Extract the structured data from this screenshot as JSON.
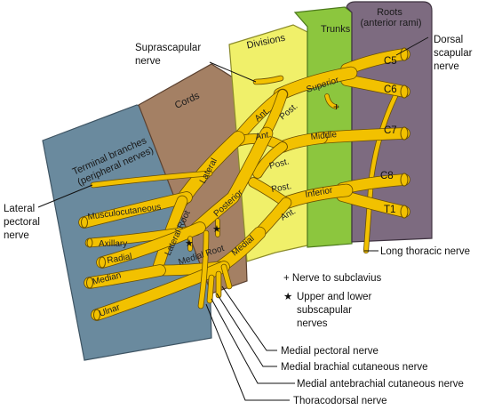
{
  "regions": {
    "roots": "Roots\n(anterior rami)",
    "trunks": "Trunks",
    "divisions": "Divisions",
    "cords": "Cords",
    "terminal": "Terminal branches\n(peripheral nerves)"
  },
  "roots": [
    "C5",
    "C6",
    "C7",
    "C8",
    "T1"
  ],
  "trunks": {
    "superior": "Superior",
    "middle": "Middle",
    "inferior": "Inferior"
  },
  "divisions": {
    "ant": "Ant.",
    "post": "Post."
  },
  "cords": {
    "lateral": "Lateral",
    "posterior": "Posterior",
    "medial": "Medial"
  },
  "roots_of_median": {
    "lateral": "Lateral Root",
    "medial": "Medial Root"
  },
  "terminal_branches": [
    "Musculocutaneous",
    "Axillary",
    "Radial",
    "Median",
    "Ulnar"
  ],
  "symbols": {
    "plus": "+",
    "star": "★"
  },
  "labels": {
    "suprascapular": "Suprascapular\nnerve",
    "dorsal_scapular": "Dorsal\nscapular\nnerve",
    "lateral_pectoral": "Lateral\npectoral\nnerve",
    "long_thoracic": "Long thoracic nerve",
    "medial_pectoral": "Medial pectoral nerve",
    "medial_brachial": "Medial brachial cutaneous nerve",
    "medial_antebrachial": "Medial antebrachial cutaneous nerve",
    "thoracodorsal": "Thoracodorsal nerve"
  },
  "legend": {
    "subclavius": "+ Nerve to subclavius",
    "subscapular": "Upper and lower\nsubscapular\nnerves"
  },
  "colors": {
    "nerve": "#f2c100",
    "nerve_edge": "#6a4f00",
    "roots_panel": "#7d6b80",
    "trunks_panel": "#8cc63e",
    "divisions_panel": "#f0f06a",
    "cords_panel": "#a48064",
    "terminal_panel": "#6a8a9e"
  }
}
